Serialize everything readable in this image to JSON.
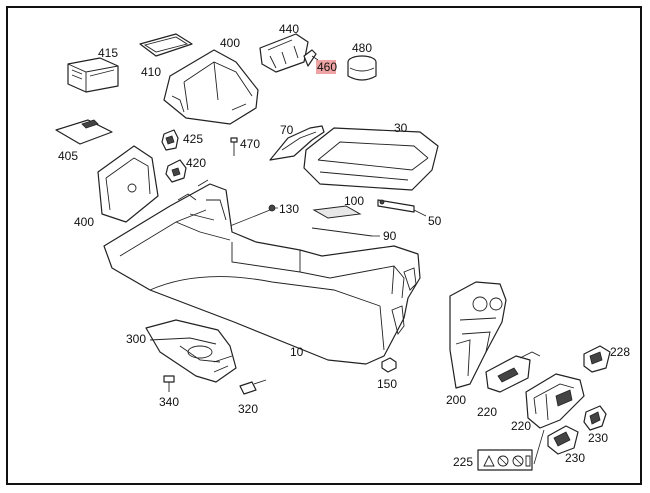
{
  "accent_highlight": "#e05a5a",
  "labels": {
    "p415": "415",
    "p410": "410",
    "p400a": "400",
    "p440": "440",
    "p460": "460",
    "p480": "480",
    "p405": "405",
    "p425": "425",
    "p470": "470",
    "p70": "70",
    "p30": "30",
    "p420": "420",
    "p400b": "400",
    "p130": "130",
    "p100": "100",
    "p50": "50",
    "p90": "90",
    "p10": "10",
    "p300": "300",
    "p150": "150",
    "p340": "340",
    "p320": "320",
    "p200": "200",
    "p220a": "220",
    "p228": "228",
    "p220b": "220",
    "p230a": "230",
    "p230b": "230",
    "p225": "225"
  }
}
